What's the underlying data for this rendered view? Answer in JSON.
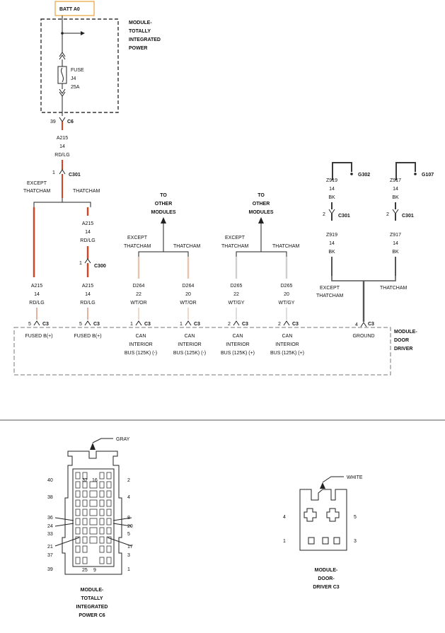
{
  "colors": {
    "red_wire": "#d8401e",
    "red_wire_dim": "#e6b09e",
    "tan_wire": "#e7c4ad",
    "gray_wire": "#cfcfcf",
    "black_wire": "#3a3a3a",
    "batt_box_border": "#e8a33a"
  },
  "top": {
    "batt": "BATT A0",
    "module_tip": [
      "MODULE-",
      "TOTALLY",
      "INTEGRATED",
      "POWER"
    ],
    "fuse": [
      "FUSE",
      "J4",
      "25A"
    ],
    "c6_pin": "39",
    "c6_label": "C6",
    "wire_a215": [
      "A215",
      "14",
      "RD/LG"
    ],
    "c301_pin": "1",
    "c301_label": "C301",
    "except_thatcham": [
      "EXCEPT",
      "THATCHAM"
    ],
    "thatcham": "THATCHAM",
    "wire_a215_short": [
      "A215",
      "14",
      "RD/LG"
    ],
    "c300_pin": "1",
    "c300_label": "C300",
    "to_other_modules": [
      "TO",
      "OTHER",
      "MODULES"
    ],
    "ground_left": {
      "wire": [
        "Z919",
        "14",
        "BK"
      ],
      "ground": "G302",
      "pin": "2",
      "connector": "C301",
      "wire2": [
        "Z919",
        "14",
        "BK"
      ]
    },
    "ground_right": {
      "wire": [
        "Z917",
        "14",
        "BK"
      ],
      "ground": "G107",
      "pin": "2",
      "connector": "C301",
      "wire2": [
        "Z917",
        "14",
        "BK"
      ]
    },
    "wires": [
      {
        "name": [
          "A215",
          "14",
          "RD/LG"
        ],
        "pin": "5",
        "conn": "C3",
        "func": [
          "FUSED B(+)"
        ]
      },
      {
        "name": [
          "A215",
          "14",
          "RD/LG"
        ],
        "pin": "5",
        "conn": "C3",
        "func": [
          "FUSED B(+)"
        ]
      },
      {
        "name": [
          "D264",
          "22",
          "WT/OR"
        ],
        "pin": "1",
        "conn": "C3",
        "func": [
          "CAN",
          "INTERIOR",
          "BUS (125K) (-)"
        ]
      },
      {
        "name": [
          "D264",
          "20",
          "WT/OR"
        ],
        "pin": "1",
        "conn": "C3",
        "func": [
          "CAN",
          "INTERIOR",
          "BUS (125K) (-)"
        ]
      },
      {
        "name": [
          "D265",
          "22",
          "WT/GY"
        ],
        "pin": "2",
        "conn": "C3",
        "func": [
          "CAN",
          "INTERIOR",
          "BUS (125K) (+)"
        ]
      },
      {
        "name": [
          "D265",
          "20",
          "WT/GY"
        ],
        "pin": "2",
        "conn": "C3",
        "func": [
          "CAN",
          "INTERIOR",
          "BUS (125K) (+)"
        ]
      }
    ],
    "ground_pin": "4",
    "ground_conn": "C3",
    "ground_func": "GROUND",
    "module_door": [
      "MODULE-",
      "DOOR",
      "DRIVER"
    ]
  },
  "bottom": {
    "c6": {
      "color": "GRAY",
      "pin_labels": [
        "40",
        "38",
        "36",
        "24",
        "33",
        "21",
        "37",
        "39",
        "32",
        "16",
        "25",
        "9",
        "2",
        "4",
        "8",
        "20",
        "5",
        "17",
        "3",
        "1"
      ],
      "title": [
        "MODULE-",
        "TOTALLY",
        "INTEGRATED",
        "POWER C6"
      ]
    },
    "c3": {
      "color": "WHITE",
      "pin_labels": [
        "4",
        "5",
        "1",
        "3"
      ],
      "title": [
        "MODULE-",
        "DOOR-",
        "DRIVER C3"
      ]
    }
  }
}
